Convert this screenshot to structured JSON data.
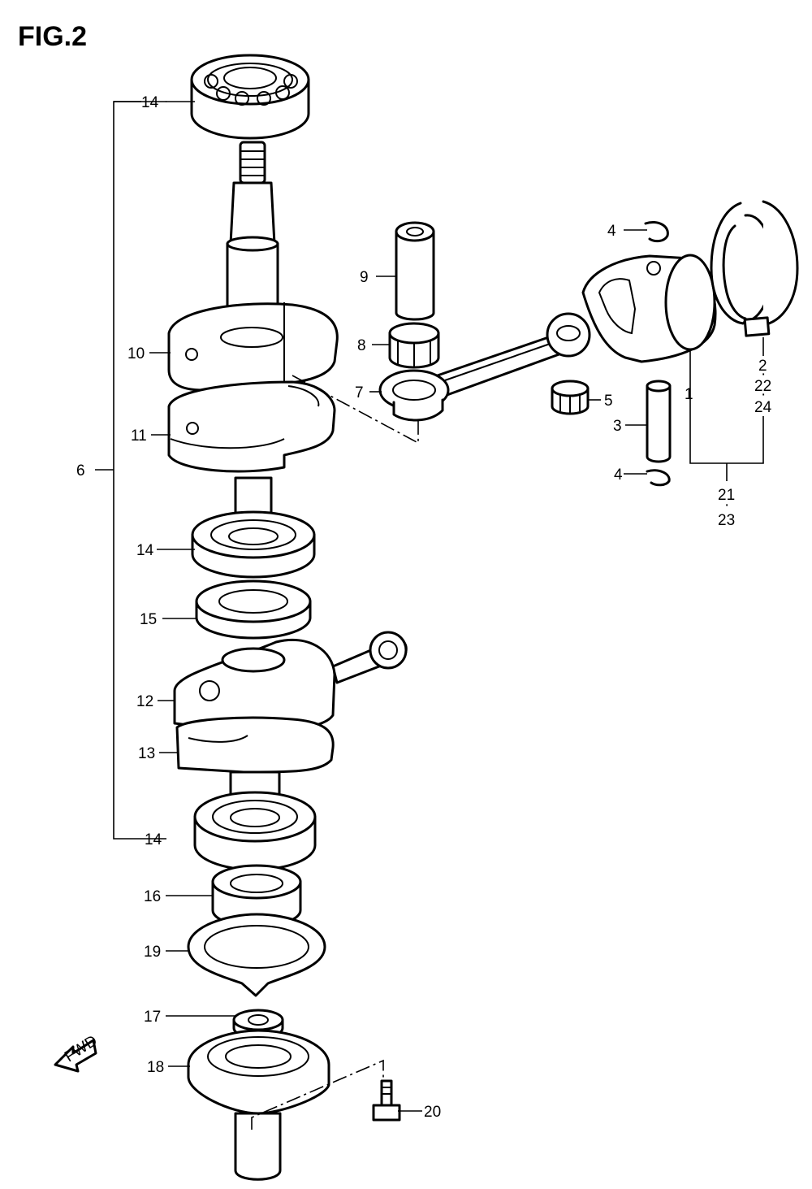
{
  "figure": {
    "title": "FIG.2"
  },
  "fwd_marker": {
    "label": "FWD"
  },
  "callouts": {
    "c14_top": "14",
    "c10": "10",
    "c11": "11",
    "c6": "6",
    "c14_mid": "14",
    "c15": "15",
    "c12": "12",
    "c13": "13",
    "c14_bot": "14",
    "c16": "16",
    "c19": "19",
    "c17": "17",
    "c18": "18",
    "c20": "20",
    "c9": "9",
    "c8": "8",
    "c7": "7",
    "c4_top": "4",
    "c5": "5",
    "c3": "3",
    "c4_bot": "4",
    "c1": "1",
    "c2": "2",
    "c2_dot": "·",
    "c22": "22",
    "c22_dot": "·",
    "c24": "24",
    "c21": "21",
    "c21_dot": "·",
    "c23": "23"
  }
}
